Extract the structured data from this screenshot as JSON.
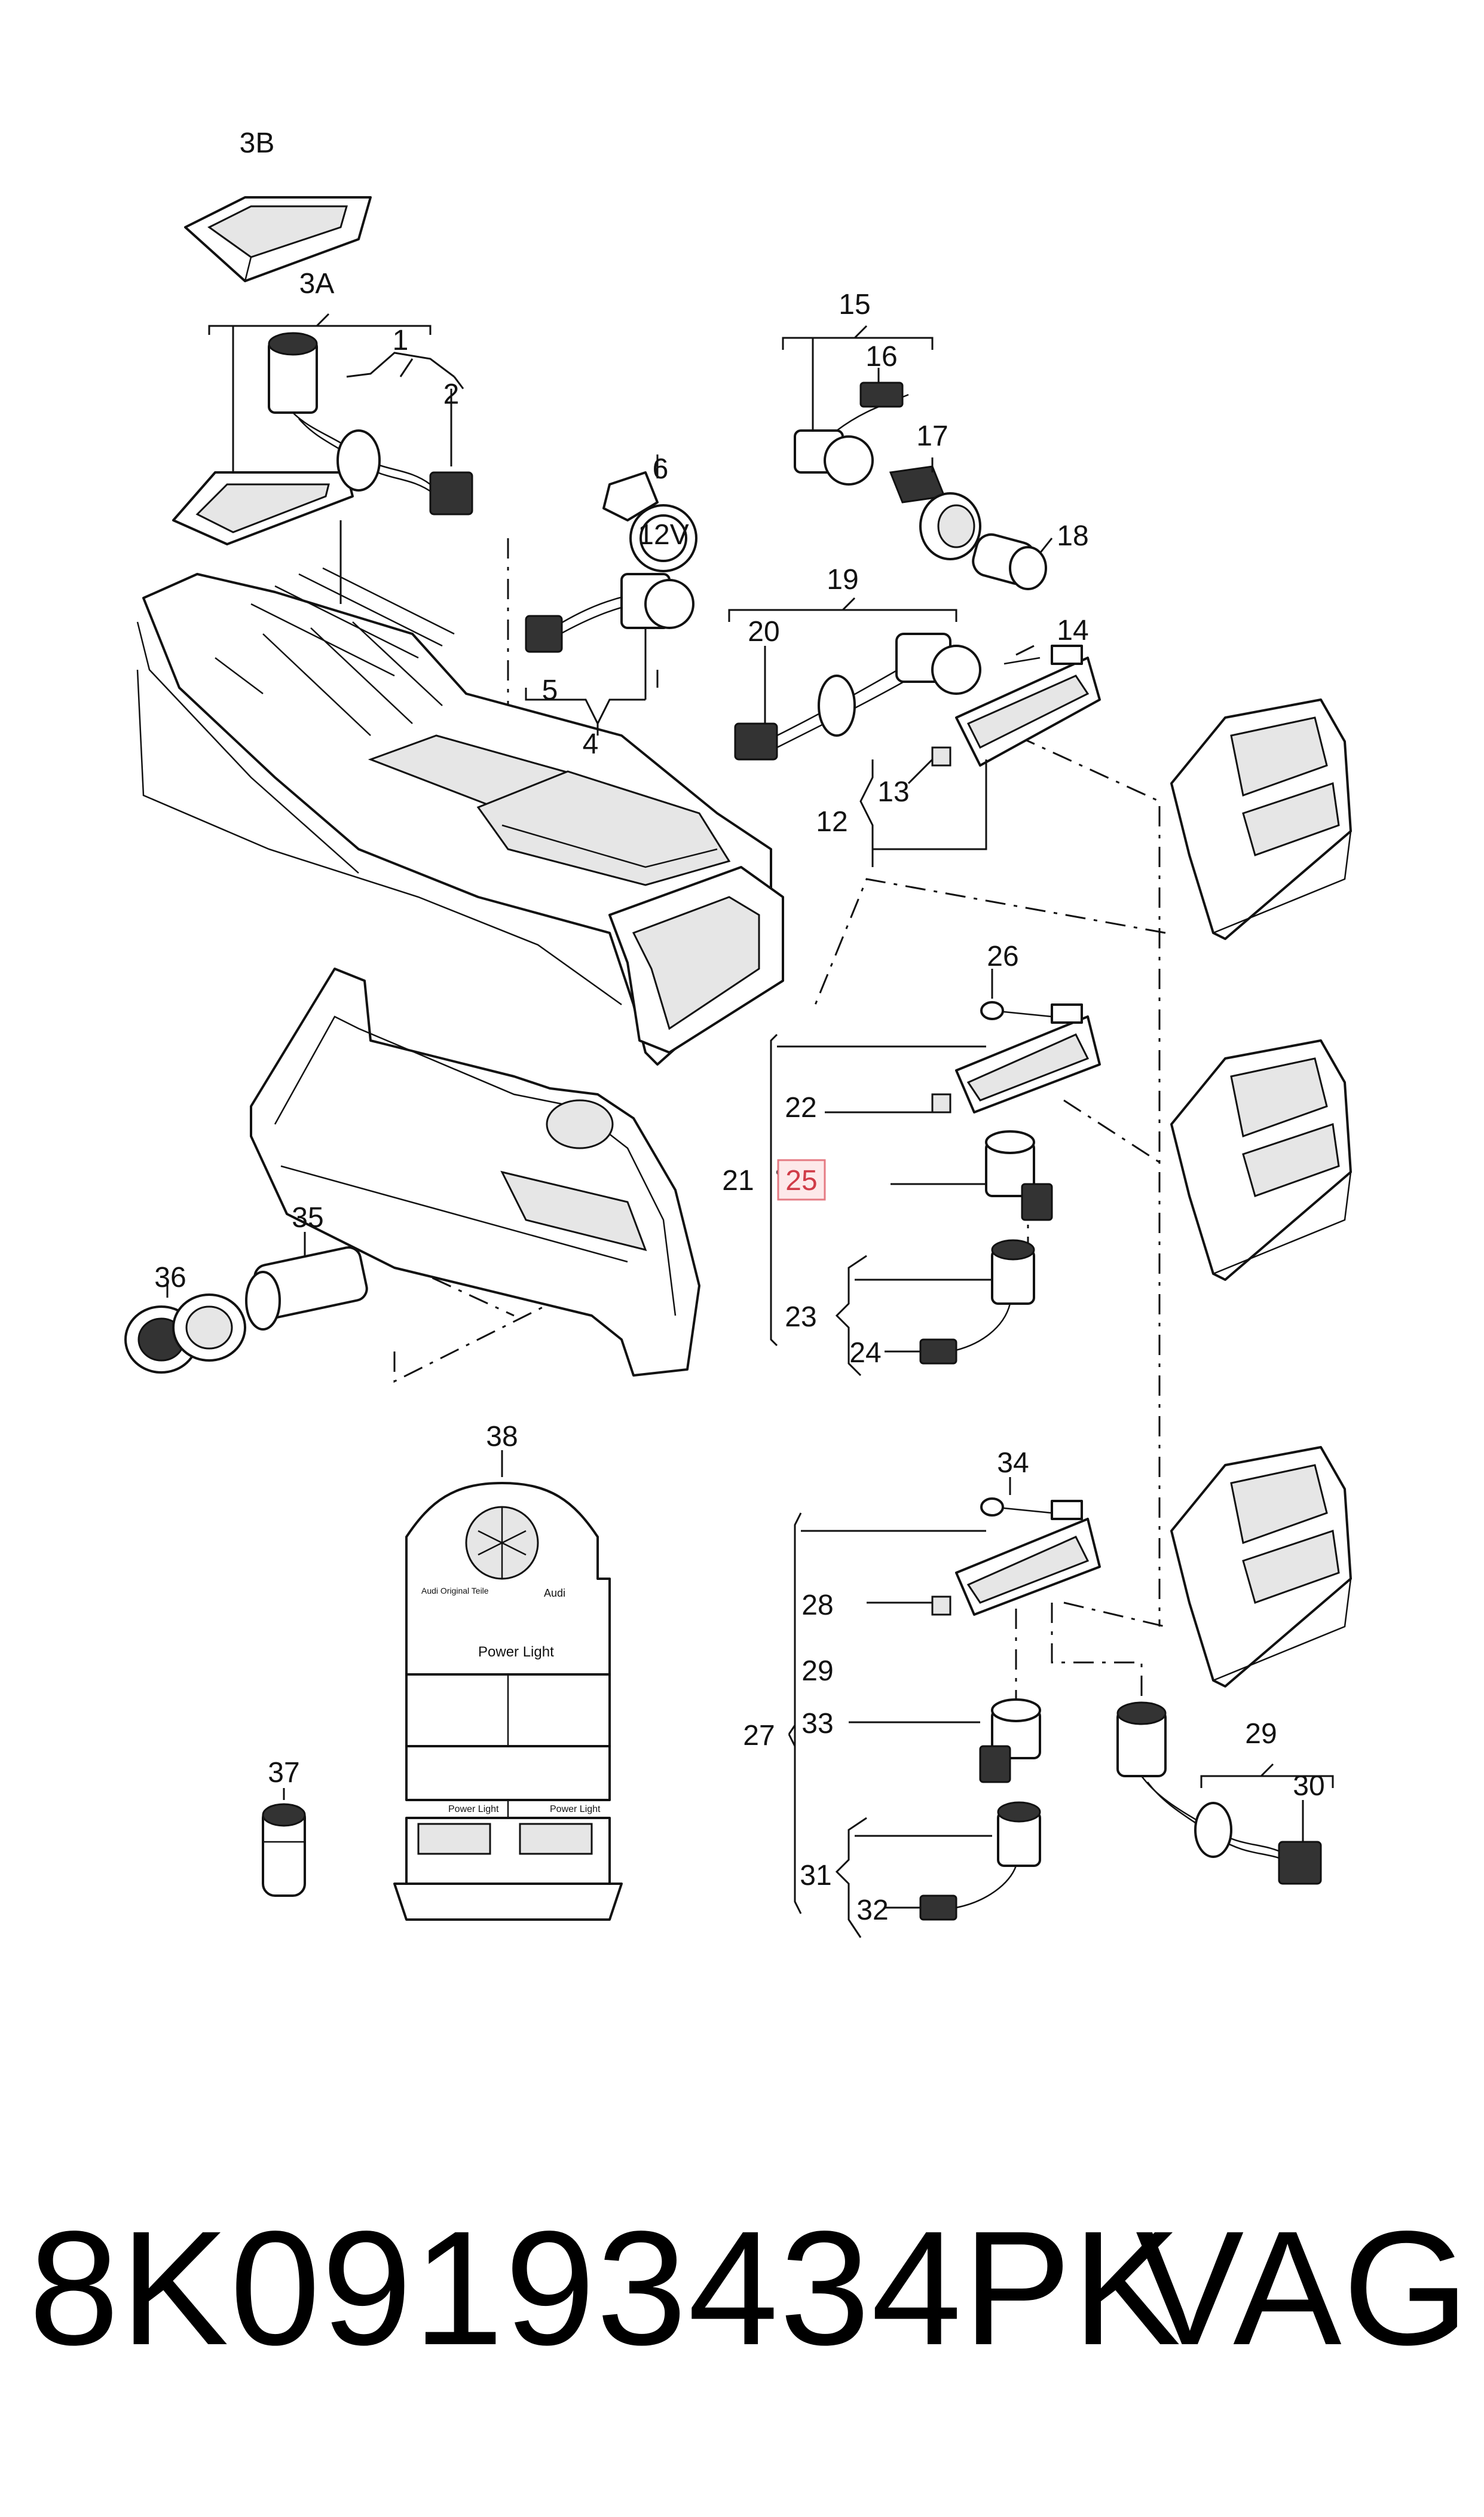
{
  "callouts": [
    {
      "id": "c3b",
      "text": "3B"
    },
    {
      "id": "c3a",
      "text": "3A"
    },
    {
      "id": "c1",
      "text": "1"
    },
    {
      "id": "c2",
      "text": "2"
    },
    {
      "id": "c6",
      "text": "6"
    },
    {
      "id": "c5",
      "text": "5"
    },
    {
      "id": "c4",
      "text": "4"
    },
    {
      "id": "c15",
      "text": "15"
    },
    {
      "id": "c16",
      "text": "16"
    },
    {
      "id": "c17",
      "text": "17"
    },
    {
      "id": "c18",
      "text": "18"
    },
    {
      "id": "c19",
      "text": "19"
    },
    {
      "id": "c20",
      "text": "20"
    },
    {
      "id": "c14",
      "text": "14"
    },
    {
      "id": "c13",
      "text": "13"
    },
    {
      "id": "c12",
      "text": "12"
    },
    {
      "id": "c26",
      "text": "26"
    },
    {
      "id": "c22",
      "text": "22"
    },
    {
      "id": "c21",
      "text": "21"
    },
    {
      "id": "c25",
      "text": "25",
      "highlighted": true
    },
    {
      "id": "c23",
      "text": "23"
    },
    {
      "id": "c24",
      "text": "24"
    },
    {
      "id": "c35",
      "text": "35"
    },
    {
      "id": "c36",
      "text": "36"
    },
    {
      "id": "c38",
      "text": "38"
    },
    {
      "id": "c37",
      "text": "37"
    },
    {
      "id": "c34",
      "text": "34"
    },
    {
      "id": "c28",
      "text": "28"
    },
    {
      "id": "c29a",
      "text": "29"
    },
    {
      "id": "c27",
      "text": "27"
    },
    {
      "id": "c33",
      "text": "33"
    },
    {
      "id": "c31",
      "text": "31"
    },
    {
      "id": "c32",
      "text": "32"
    },
    {
      "id": "c29b",
      "text": "29"
    },
    {
      "id": "c30",
      "text": "30"
    }
  ],
  "display_box": {
    "brand_small": "Audi Original Teile",
    "logo_text": "Audi",
    "title": "Power Light",
    "product_label": "Power Light"
  },
  "icon_12v": "12V",
  "highlight_color": "#e57a83",
  "part_number": "8K09193434PK",
  "brand": "VAG"
}
